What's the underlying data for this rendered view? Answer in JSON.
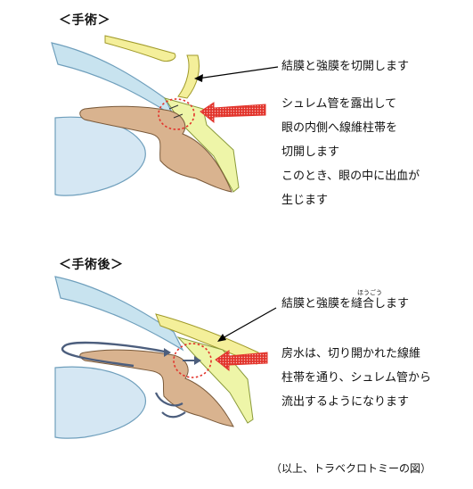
{
  "before": {
    "heading": "＜手術＞",
    "label_open": "結膜と強膜を切開します",
    "notes": [
      "シュレム管を露出して",
      "眼の内側へ線維柱帯を",
      "切開します",
      "このとき、眼の中に出血が",
      "生じます"
    ]
  },
  "after": {
    "heading": "＜手術後＞",
    "label_suture": "結膜と強膜を縫合します",
    "ruby": "ほうごう",
    "notes": [
      "房水は、切り開かれた線維",
      "柱帯を通り、シュレム管から",
      "流出するようになります"
    ]
  },
  "caption": "（以上、トラベクロトミーの図）",
  "colors": {
    "cornea": "#c8e3ef",
    "lens": "#d5e7f3",
    "iris": "#d9b38f",
    "sclera": "#eef5a8",
    "conjunctiva": "#f4ef9a",
    "highlight_arrow": "#e2342c",
    "flow_arrow": "#4c5e7d"
  }
}
